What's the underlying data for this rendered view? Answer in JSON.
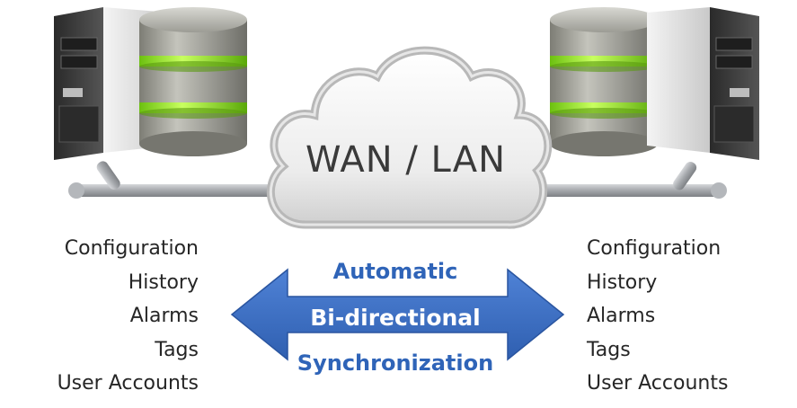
{
  "cloud": {
    "label": "WAN / LAN"
  },
  "left_list": [
    "Configuration",
    "History",
    "Alarms",
    "Tags",
    "User Accounts"
  ],
  "right_list": [
    "Configuration",
    "History",
    "Alarms",
    "Tags",
    "User Accounts"
  ],
  "sync": {
    "line1": "Automatic",
    "line2": "Bi-directional",
    "line3": "Synchronization"
  },
  "colors": {
    "arrow_fill": "#3b6fc4",
    "sync_text": "#2f64b8",
    "db_ring": "#8cf01a",
    "db_body": "#9a9a90",
    "server_front": "#3a3a3a",
    "pipe": "#9a9da2",
    "text": "#262626"
  }
}
